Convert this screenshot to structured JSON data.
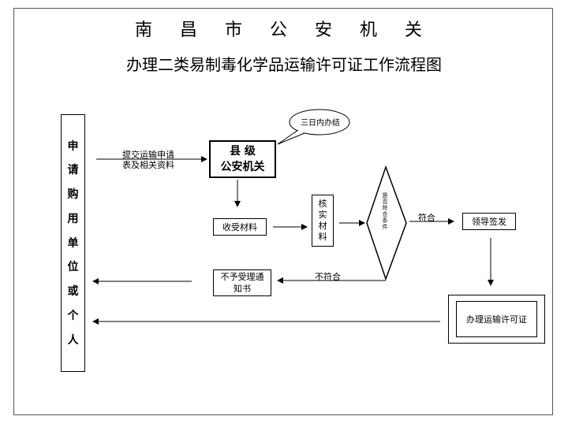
{
  "title_line1": "南 昌 市 公 安 机 关",
  "title_line2": "办理二类易制毒化学品运输许可证工作流程图",
  "applicant_chars": [
    "申",
    "请",
    "购",
    "用",
    "单",
    "位",
    "或",
    "个",
    "人"
  ],
  "submit_label_line1": "提交运输申请",
  "submit_label_line2": "表及相关资料",
  "county_line1": "县  级",
  "county_line2": "公安机关",
  "note_bubble": "三日内办结",
  "receive_materials": "收受材料",
  "verify_chars": [
    "核",
    "实",
    "材",
    "料"
  ],
  "decision_chars": [
    "是",
    "否",
    "符",
    "合",
    "条",
    "件"
  ],
  "comply_label": "符合",
  "not_comply_label": "不符合",
  "leader_sign": "领导签发",
  "rejection_line1": "不予受理通",
  "rejection_line2": "知书",
  "license": "办理运输许可证"
}
